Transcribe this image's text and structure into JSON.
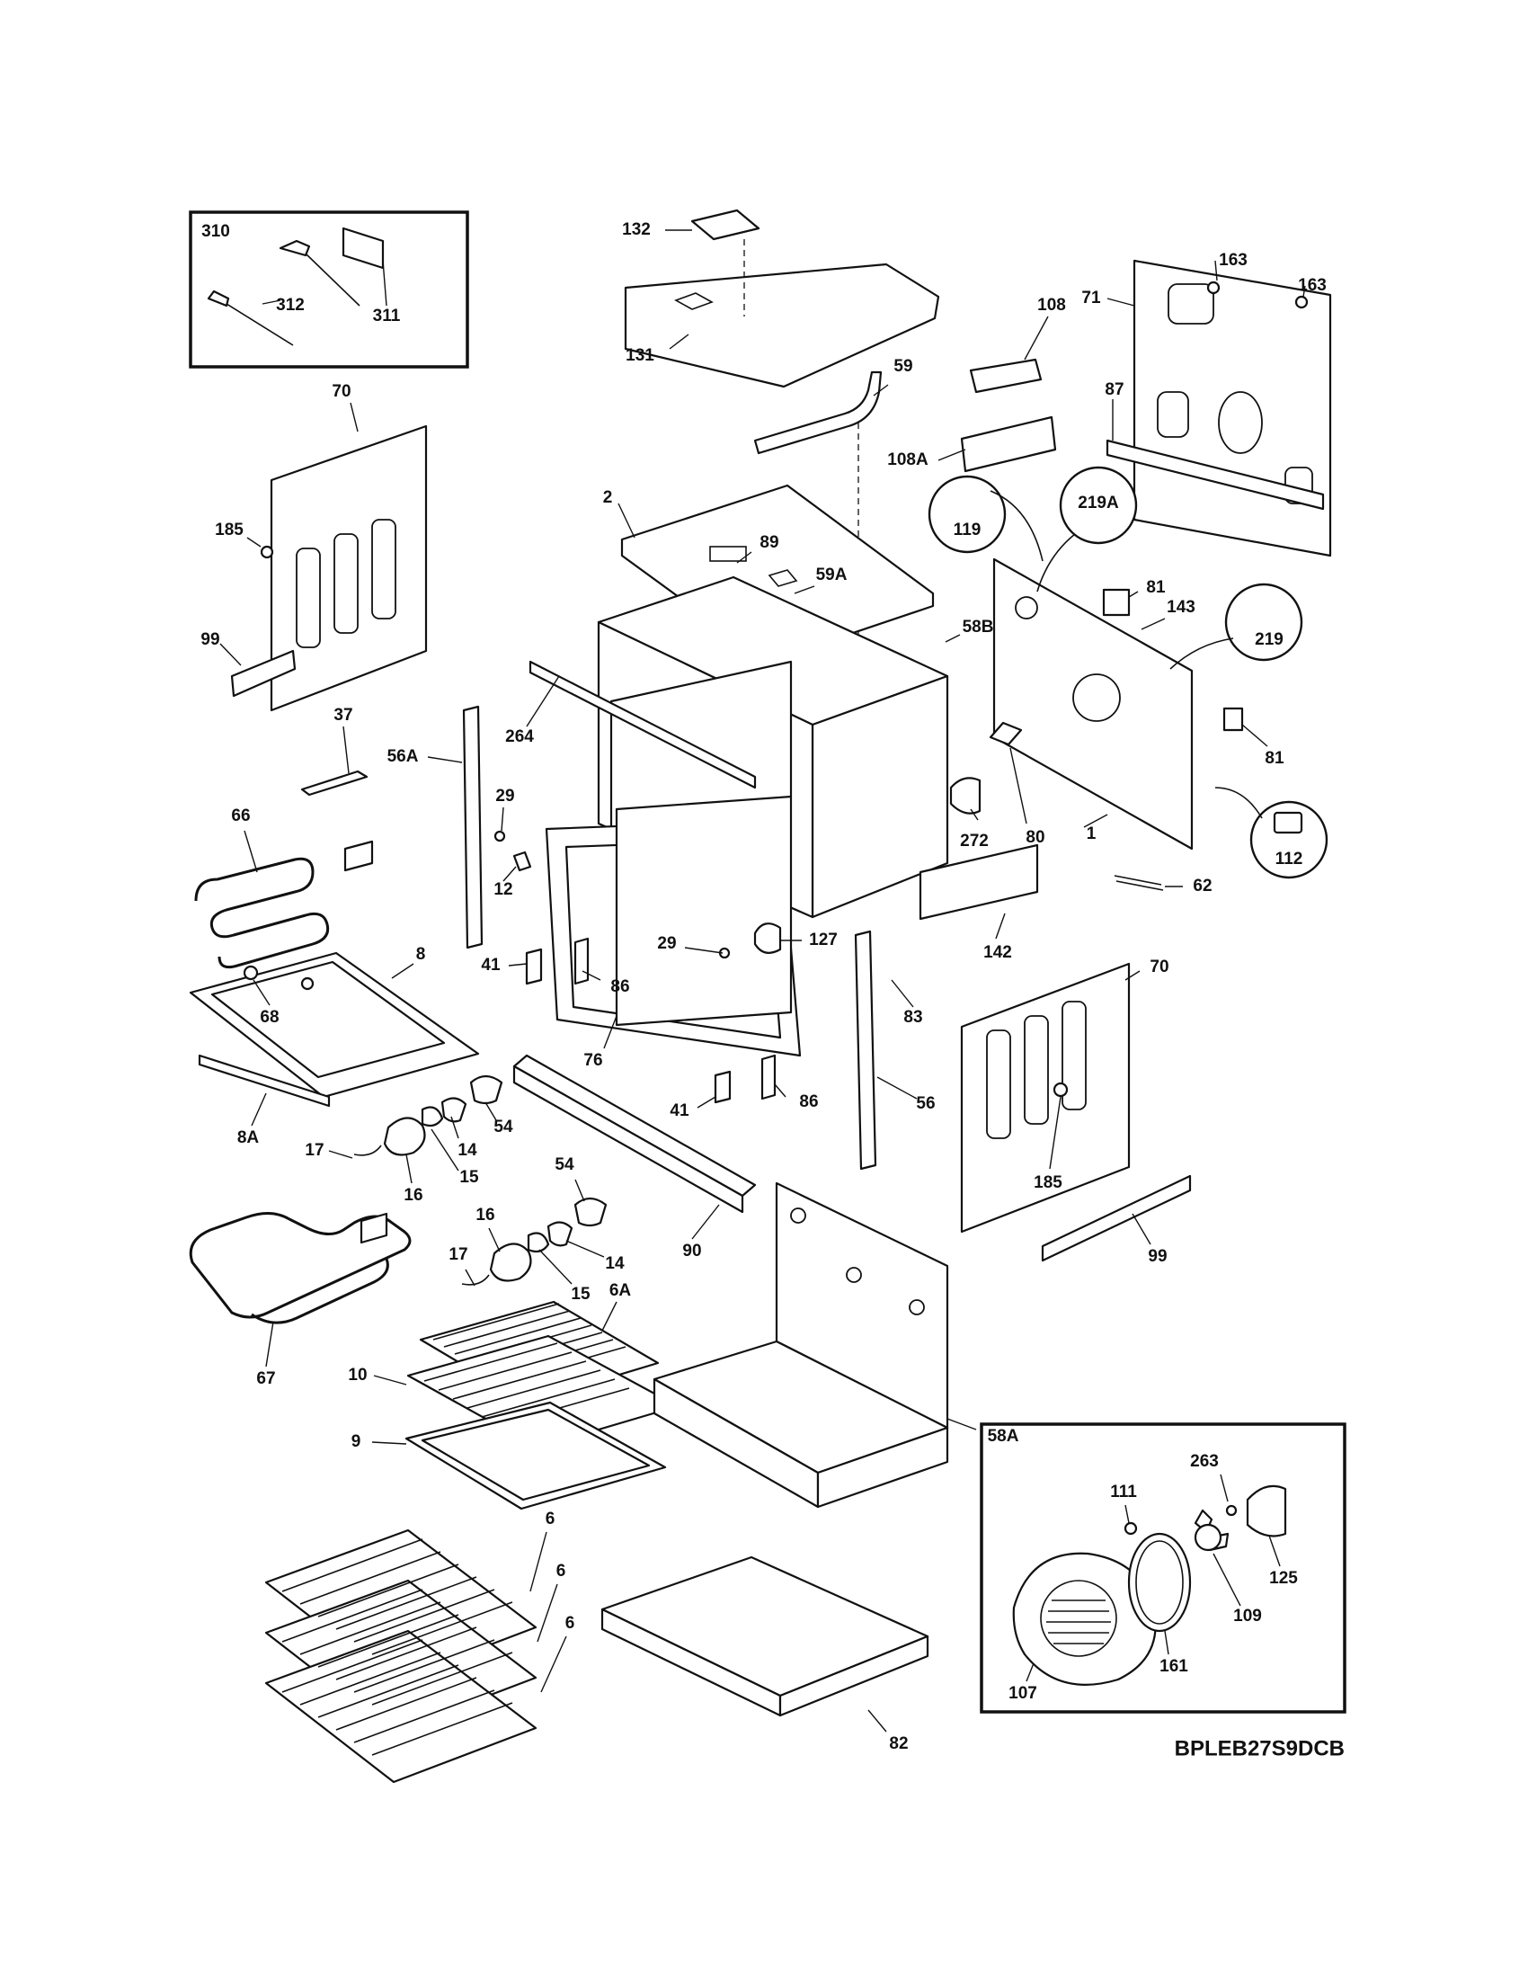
{
  "diagram": {
    "drawing_code": "BPLEB27S9DCB",
    "inset_top_left": {
      "labels": [
        "310",
        "312",
        "311"
      ]
    },
    "inset_bottom_right": {
      "labels": [
        "263",
        "111",
        "125",
        "109",
        "161",
        "107"
      ]
    },
    "circled_callouts": [
      "119",
      "219A",
      "219",
      "112"
    ],
    "part_labels": {
      "p132": "132",
      "p131": "131",
      "p59": "59",
      "p108": "108",
      "p108A": "108A",
      "p163a": "163",
      "p163b": "163",
      "p71": "71",
      "p87": "87",
      "p70a": "70",
      "p185a": "185",
      "p99a": "99",
      "p2": "2",
      "p89": "89",
      "p59A": "59A",
      "p58B": "58B",
      "p81a": "81",
      "p143": "143",
      "p81b": "81",
      "p1": "1",
      "p80": "80",
      "p272": "272",
      "p37": "37",
      "p56A": "56A",
      "p264": "264",
      "p29a": "29",
      "p12": "12",
      "p66": "66",
      "p68": "68",
      "p8": "8",
      "p8A": "8A",
      "p41a": "41",
      "p86a": "86",
      "p76": "76",
      "p29b": "29",
      "p127": "127",
      "p142": "142",
      "p62": "62",
      "p83": "83",
      "p70b": "70",
      "p185b": "185",
      "p99b": "99",
      "p54a": "54",
      "p14a": "14",
      "p15a": "15",
      "p16a": "16",
      "p17a": "17",
      "p41b": "41",
      "p86b": "86",
      "p56": "56",
      "p90": "90",
      "p54b": "54",
      "p16b": "16",
      "p17b": "17",
      "p14b": "14",
      "p15b": "15",
      "p6A": "6A",
      "p10": "10",
      "p9": "9",
      "p67": "67",
      "p58A": "58A",
      "p6a": "6",
      "p6b": "6",
      "p6c": "6",
      "p82": "82"
    }
  }
}
